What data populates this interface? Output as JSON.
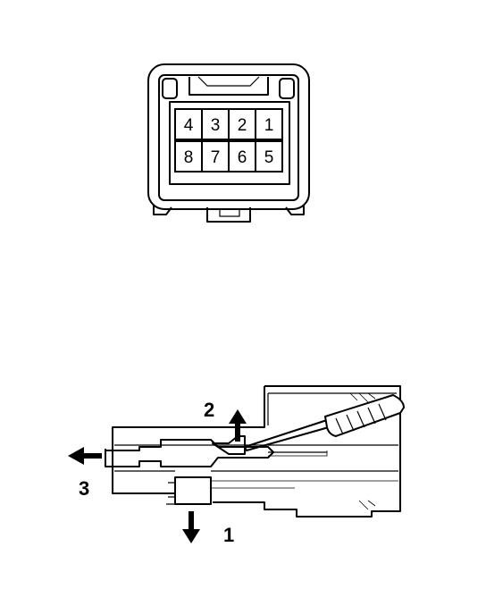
{
  "connector": {
    "pins_row_top": [
      "4",
      "3",
      "2",
      "1"
    ],
    "pins_row_bottom": [
      "8",
      "7",
      "6",
      "5"
    ]
  },
  "procedure": {
    "steps": [
      {
        "label": "1",
        "direction": "down"
      },
      {
        "label": "2",
        "direction": "up"
      },
      {
        "label": "3",
        "direction": "left"
      }
    ]
  }
}
